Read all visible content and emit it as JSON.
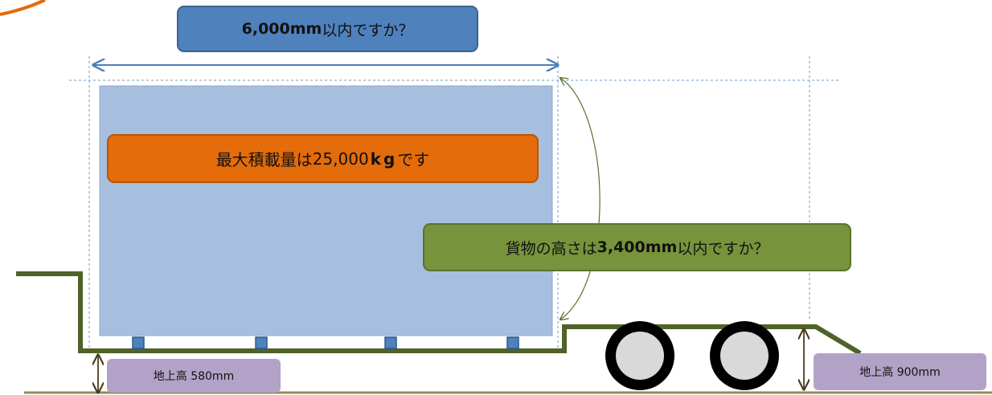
{
  "labels": {
    "length_value": "6,000mm",
    "length_suffix": " 以内ですか？",
    "max_load_prefix": "最大積載量は ",
    "max_load_value": "25,000",
    "max_load_unit": "kg",
    "max_load_suffix": " です",
    "height_prefix": "貨物の高さは",
    "height_value": "3,400mm",
    "height_suffix": " 以内ですか？",
    "ground_height_low": "地上高 580mm",
    "ground_height_high": "地上高 900mm"
  },
  "colors": {
    "cargo": "#a7bfde",
    "length_box": "#4f81bd",
    "load_box": "#e46c0a",
    "height_box": "#77933c",
    "ground_height_box": "#b3a2c7",
    "trailer_frame": "#4f6228",
    "ground": "#948a54",
    "guide_line": "#4f81bd"
  }
}
